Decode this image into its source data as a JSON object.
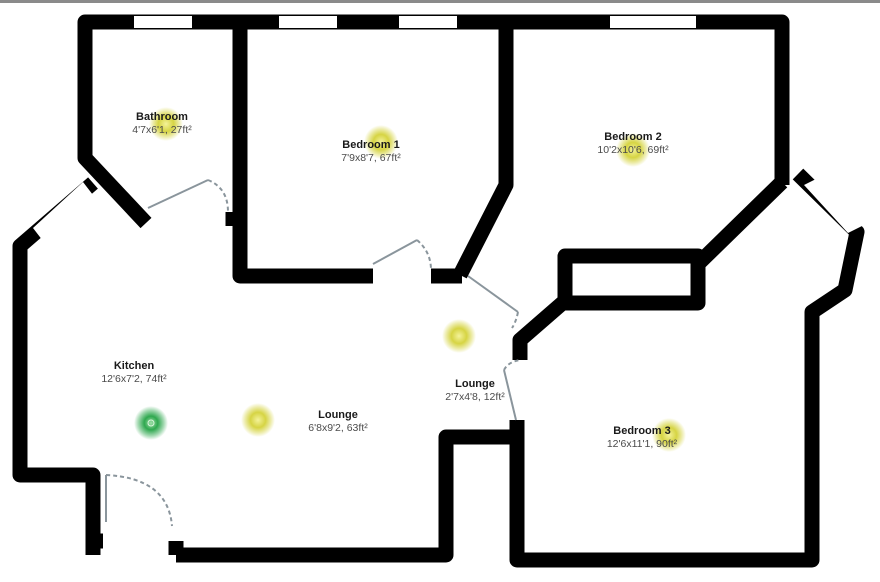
{
  "colors": {
    "wall": "#000000",
    "background": "#ffffff",
    "window": "#ffffff",
    "door": "#8a959c",
    "marker_active": "#2fa84f",
    "marker_inactive": "#d4d23a"
  },
  "rooms": [
    {
      "id": "bathroom",
      "name": "Bathroom",
      "dimensions": "4'7x6'1, 27ft²"
    },
    {
      "id": "bedroom1",
      "name": "Bedroom 1",
      "dimensions": "7'9x8'7, 67ft²"
    },
    {
      "id": "bedroom2",
      "name": "Bedroom 2",
      "dimensions": "10'2x10'6, 69ft²"
    },
    {
      "id": "kitchen",
      "name": "Kitchen",
      "dimensions": "12'6x7'2, 74ft²"
    },
    {
      "id": "lounge",
      "name": "Lounge",
      "dimensions": "6'8x9'2, 63ft²"
    },
    {
      "id": "lounge-hall",
      "name": "Lounge",
      "dimensions": "2'7x4'8, 12ft²"
    },
    {
      "id": "bedroom3",
      "name": "Bedroom 3",
      "dimensions": "12'6x11'1, 90ft²"
    }
  ],
  "markers": [
    {
      "id": "bathroom",
      "state": "inactive"
    },
    {
      "id": "bedroom1",
      "state": "inactive"
    },
    {
      "id": "bedroom2",
      "state": "inactive"
    },
    {
      "id": "hall",
      "state": "inactive"
    },
    {
      "id": "kitchen",
      "state": "active"
    },
    {
      "id": "lounge",
      "state": "inactive"
    },
    {
      "id": "bedroom3",
      "state": "inactive"
    }
  ]
}
